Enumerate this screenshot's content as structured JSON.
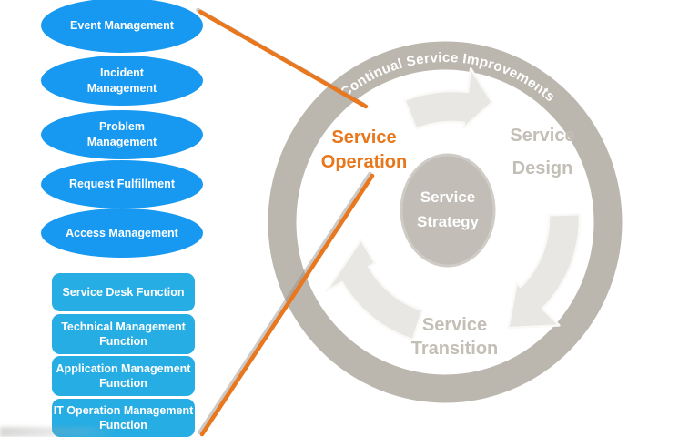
{
  "diagram": {
    "arc_title": "Continual Service Improvements",
    "processes": [
      [
        "Event Management"
      ],
      [
        "Incident",
        "Management"
      ],
      [
        "Problem",
        "Management"
      ],
      [
        "Request Fulfillment"
      ],
      [
        "Access Management"
      ]
    ],
    "functions": [
      [
        "Service Desk Function"
      ],
      [
        "Technical Management",
        "Function"
      ],
      [
        "Application Management",
        "Function"
      ],
      [
        "IT Operation Management",
        "Function"
      ]
    ],
    "lifecycle": {
      "operation": [
        "Service",
        "Operation"
      ],
      "design": [
        "Service",
        "Design"
      ],
      "strategy": [
        "Service",
        "Strategy"
      ],
      "transition": [
        "Service",
        "Transition"
      ]
    },
    "colors": {
      "process_blue": "#1799F1",
      "function_cyan": "#25ADE4",
      "ring_gray": "#BBB6AE",
      "arrow_fill": "#E9E7E3",
      "center_circle_gray": "#C2BEB7",
      "muted_text_gray": "#C3BFB7",
      "accent_orange": "#E8771E",
      "arc_text_white": "#FFFFFF"
    }
  }
}
